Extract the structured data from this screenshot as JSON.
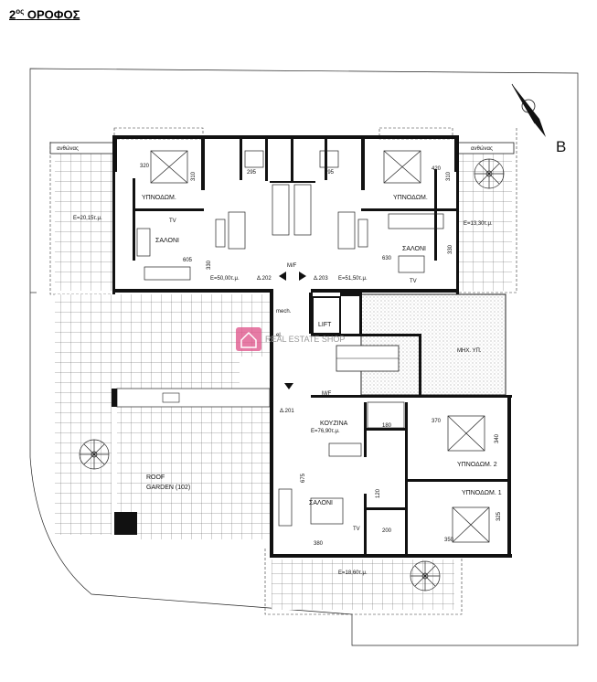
{
  "title": {
    "main": "2",
    "sup": "ος",
    "rest": " ΟΡΟΦΟΣ"
  },
  "north_label": "B",
  "watermark": "REAL ESTATE SHOP",
  "labels": {
    "anthonas_left": "ανθώνας",
    "anthonas_right": "ανθώνας",
    "dim_320": "320",
    "dim_310_l": "310",
    "dim_295_l": "295",
    "dim_295_r": "295",
    "dim_420": "420",
    "dim_310_r": "310",
    "bed_left": "ΥΠΝΟΔΩΜ.",
    "bed_right": "ΥΠΝΟΔΩΜ.",
    "area_veranda_l": "E=20,15τ.μ.",
    "area_veranda_r": "E=13,30τ.μ.",
    "tv_left": "TV",
    "tv_right": "TV",
    "saloni_left": "ΣΑΛΟΝΙ",
    "saloni_right": "ΣΑΛΟΝΙ",
    "dim_330_l": "330",
    "dim_605": "605",
    "dim_630": "630",
    "dim_330_r": "330",
    "area_flat_l": "E=50,00τ.μ.",
    "area_flat_r": "E=51,50τ.μ.",
    "d202": "Δ.202",
    "d203": "Δ.203",
    "mf_top": "M/F",
    "mech": "mech.",
    "lift": "LIFT",
    "el": "el.",
    "mhx": "ΜΗΧ. ΥΠ.",
    "d201": "Δ.201",
    "mf_bottom": "M/F",
    "kouzina": "ΚΟΥΖΙΝΑ",
    "area_flat_b": "E=76,90τ.μ.",
    "dim_370": "370",
    "dim_180": "180",
    "dim_340": "340",
    "bed2": "ΥΠΝΟΔΩΜ. 2",
    "dim_675": "675",
    "saloni_b": "ΣΑΛΟΝΙ",
    "dim_120": "120",
    "bed1": "ΥΠΝΟΔΩΜ. 1",
    "dim_325": "325",
    "tv_b": "TV",
    "dim_200": "200",
    "dim_380": "380",
    "dim_350": "350",
    "roof_1": "ROOF",
    "roof_2": "GARDEN (102)",
    "area_veranda_b": "E=18,60τ.μ."
  }
}
